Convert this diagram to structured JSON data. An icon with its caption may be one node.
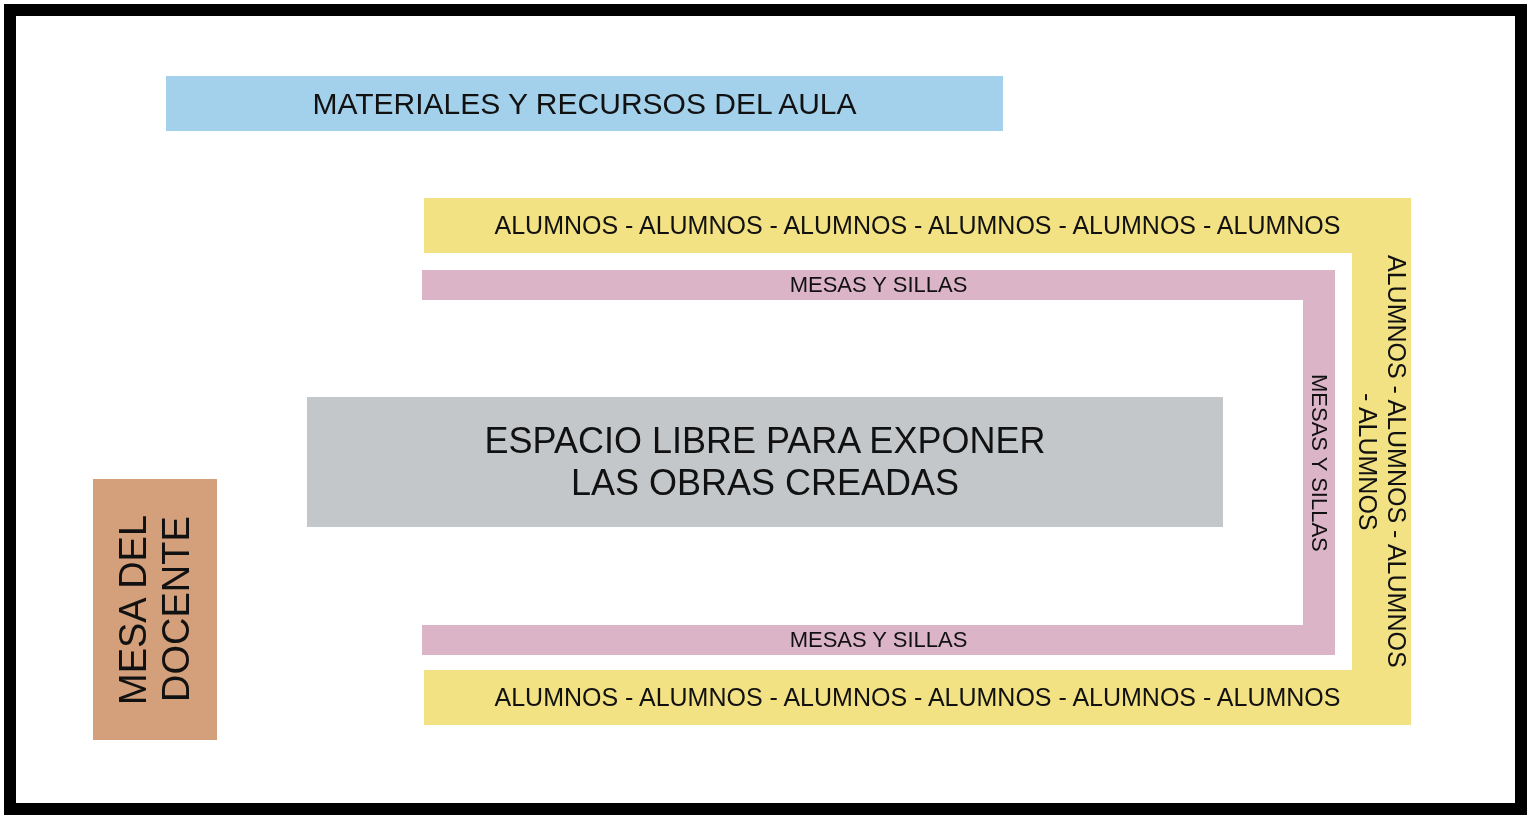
{
  "diagram": {
    "nodes": [
      {
        "text": [
          "MATERIALES Y RECURSOS DEL AULA"
        ]
      },
      {
        "text": [
          "ALUMNOS - ALUMNOS - ALUMNOS - ALUMNOS - ALUMNOS - ALUMNOS"
        ]
      },
      {
        "text": [
          "MESAS Y SILLAS"
        ]
      },
      {
        "text": [
          "ALUMNOS - ALUMNOS - ALUMNOS - ALUMNOS"
        ]
      },
      {
        "text": [
          "MESAS Y SILLAS"
        ]
      },
      {
        "text": [
          "ESPACIO LIBRE PARA EXPONER LAS OBRAS CREADAS"
        ]
      },
      {
        "text": [
          "MESA DEL DOCENTE"
        ]
      },
      {
        "text": [
          "MESAS Y SILLAS"
        ]
      },
      {
        "text": [
          "ALUMNOS - ALUMNOS - ALUMNOS - ALUMNOS - ALUMNOS - ALUMNOS"
        ]
      }
    ]
  }
}
